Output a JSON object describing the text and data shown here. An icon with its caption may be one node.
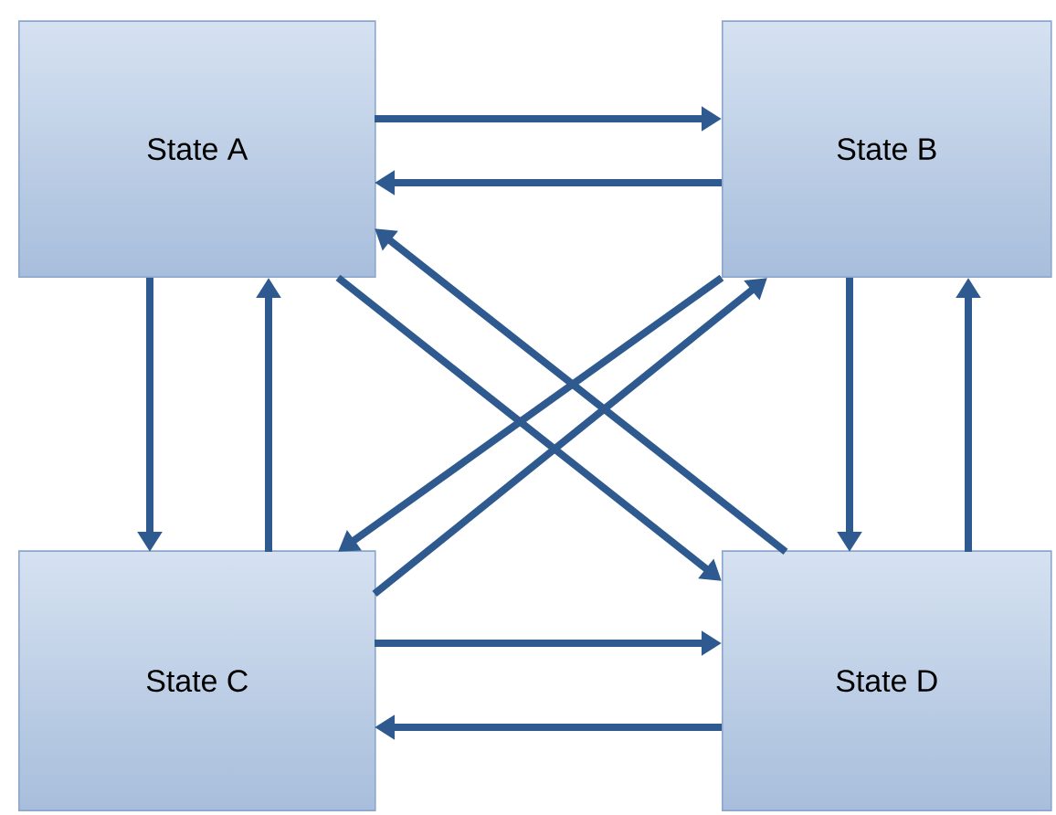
{
  "diagram": {
    "nodes": [
      {
        "text": [
          "State A"
        ]
      },
      {
        "text": [
          "State B"
        ]
      },
      {
        "text": [
          "State C"
        ]
      },
      {
        "text": [
          "State D"
        ]
      }
    ],
    "edges": [
      {
        "from": 0,
        "to": 1,
        "arrow": "to"
      },
      {
        "from": 1,
        "to": 0,
        "arrow": "to"
      },
      {
        "from": 0,
        "to": 2,
        "arrow": "to"
      },
      {
        "from": 2,
        "to": 0,
        "arrow": "to"
      },
      {
        "from": 1,
        "to": 3,
        "arrow": "to"
      },
      {
        "from": 3,
        "to": 1,
        "arrow": "to"
      },
      {
        "from": 2,
        "to": 3,
        "arrow": "to"
      },
      {
        "from": 3,
        "to": 2,
        "arrow": "to"
      },
      {
        "from": 0,
        "to": 3,
        "arrow": "to"
      },
      {
        "from": 3,
        "to": 0,
        "arrow": "to"
      },
      {
        "from": 2,
        "to": 1,
        "arrow": "to"
      },
      {
        "from": 1,
        "to": 2,
        "arrow": "to"
      }
    ]
  }
}
